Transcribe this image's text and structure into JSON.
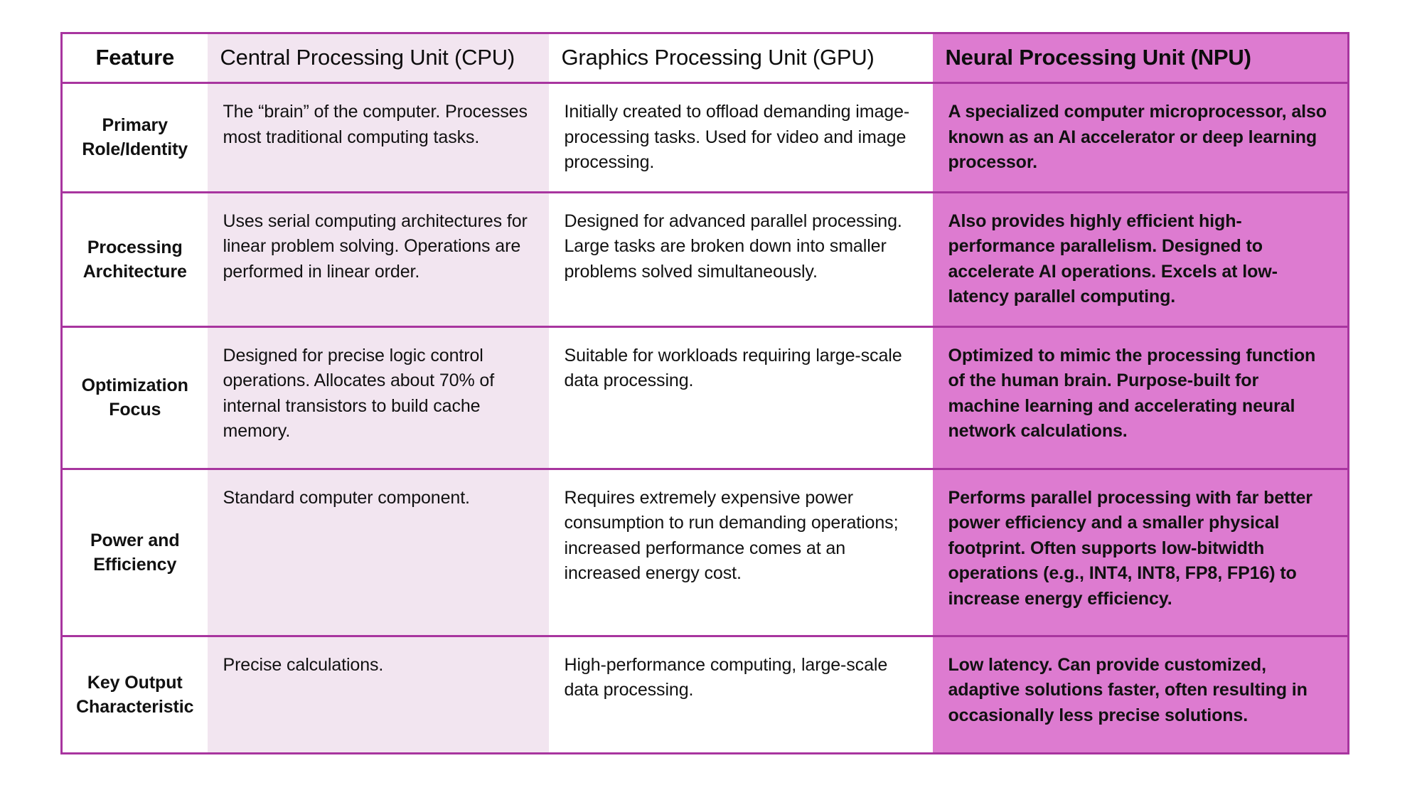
{
  "table": {
    "columns": [
      {
        "key": "feature",
        "label": "Feature"
      },
      {
        "key": "cpu",
        "label": "Central Processing Unit (CPU)"
      },
      {
        "key": "gpu",
        "label": "Graphics Processing Unit (GPU)"
      },
      {
        "key": "npu",
        "label": "Neural Processing Unit (NPU)"
      }
    ],
    "rows": [
      {
        "feature": "Primary Role/Identity",
        "cpu": "The “brain” of the computer. Processes most traditional computing tasks.",
        "gpu": "Initially created to offload demanding image-processing tasks. Used for video and image processing.",
        "npu": "A specialized computer microprocessor, also known as an AI accelerator or deep learning processor."
      },
      {
        "feature": "Processing Architecture",
        "cpu": "Uses serial computing architectures for linear problem solving. Operations are performed in linear order.",
        "gpu": "Designed for advanced parallel processing. Large tasks are broken down into smaller problems solved simultaneously.",
        "npu": "Also provides highly efficient high-performance parallelism. Designed to accelerate AI operations. Excels at low-latency parallel computing."
      },
      {
        "feature": "Optimization Focus",
        "cpu": "Designed for precise logic control operations. Allocates about 70% of internal transistors to build cache memory.",
        "gpu": "Suitable for workloads requiring large-scale data processing.",
        "npu": "Optimized to mimic the processing function of the human brain. Purpose-built for machine learning and accelerating neural network calculations."
      },
      {
        "feature": "Power and Efficiency",
        "cpu": "Standard computer component.",
        "gpu": "Requires extremely expensive power consumption to run demanding operations; increased performance comes at an increased energy cost.",
        "npu": "Performs parallel processing with far better power efficiency and a smaller physical footprint. Often supports low-bitwidth operations (e.g., INT4, INT8, FP8, FP16) to increase energy efficiency."
      },
      {
        "feature": "Key Output Characteristic",
        "cpu": "Precise calculations.",
        "gpu": "High-performance computing, large-scale data processing.",
        "npu": "Low latency. Can provide customized, adaptive solutions faster, often resulting in occasionally less precise solutions."
      }
    ]
  },
  "colors": {
    "border": "#a8359f",
    "npu_highlight": "#dd7bd0",
    "cpu_tint": "#f2e5f0",
    "page_background": "#ffffff",
    "text": "#111111"
  }
}
